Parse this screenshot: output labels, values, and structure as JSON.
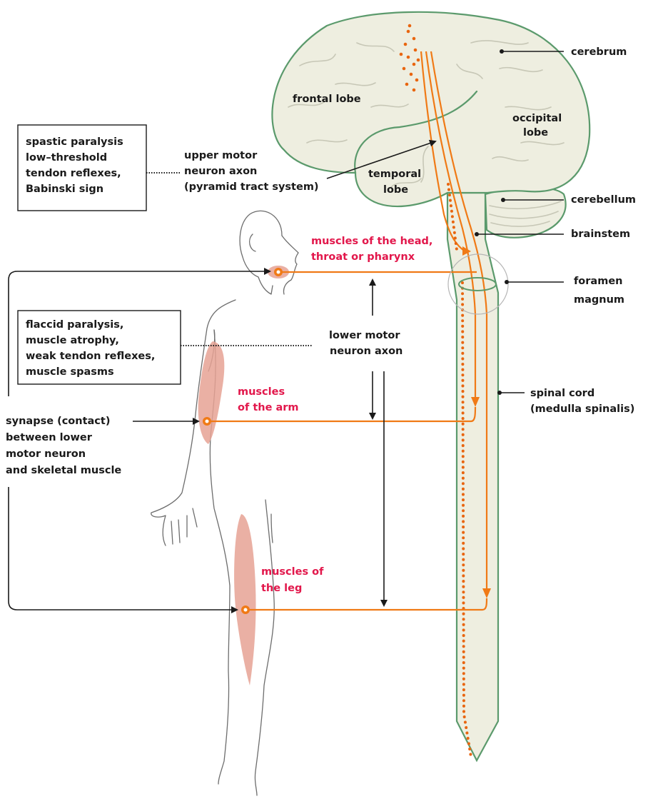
{
  "labels": {
    "cerebrum": "cerebrum",
    "frontal_lobe": "frontal lobe",
    "occipital_lobe_1": "occipital",
    "occipital_lobe_2": "lobe",
    "temporal_lobe_1": "temporal",
    "temporal_lobe_2": "lobe",
    "cerebellum": "cerebellum",
    "brainstem": "brainstem",
    "foramen_magnum_1": "foramen",
    "foramen_magnum_2": "magnum",
    "spinal_cord_1": "spinal cord",
    "spinal_cord_2": "(medulla spinalis)",
    "upper_motor_1": "upper motor",
    "upper_motor_2": "neuron axon",
    "upper_motor_3": "(pyramid tract system)",
    "lower_motor_1": "lower motor",
    "lower_motor_2": "neuron axon",
    "head_muscles_1": "muscles of the head,",
    "head_muscles_2": "throat or pharynx",
    "arm_muscles_1": "muscles",
    "arm_muscles_2": "of the arm",
    "leg_muscles_1": "muscles of",
    "leg_muscles_2": "the leg",
    "synapse_1": "synapse (contact)",
    "synapse_2": "between lower",
    "synapse_3": "motor neuron",
    "synapse_4": "and skeletal muscle"
  },
  "upper_box": [
    "spastic paralysis",
    "low–threshold",
    "tendon reflexes,",
    "Babinski sign"
  ],
  "lower_box": [
    "flaccid paralysis,",
    "muscle atrophy,",
    "weak tendon  reflexes,",
    "muscle spasms"
  ],
  "colors": {
    "nerve": "#f07a16",
    "muscle_label": "#e2174b",
    "brain_fill": "#eeeee0",
    "brain_outline": "#5b9a6c",
    "muscle": "#e6a294"
  }
}
